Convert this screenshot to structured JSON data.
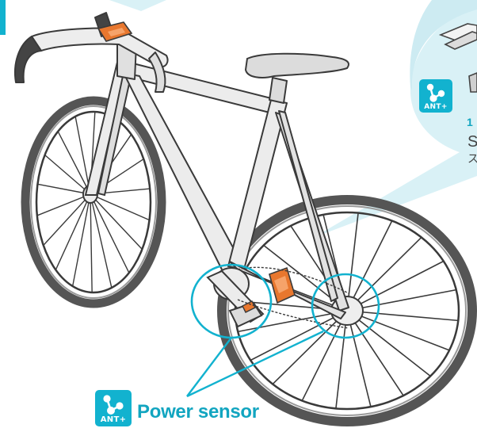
{
  "labels": {
    "sensor_name": "Power sensor",
    "ant_badge_text": "ANT+",
    "panel_number": "1",
    "panel_text_line1": "S",
    "panel_text_line2": "ス"
  },
  "colors": {
    "accent": "#12b2cf",
    "label": "#12a5c0",
    "highlight": "#e8772e",
    "frame": "#e9e9e9",
    "outline": "#3a3a3a",
    "panel": "#d9f1f6"
  },
  "icons": {
    "ant_logo": "ant-plus-logo-icon",
    "zoom_part": "saddle-clip-icon"
  }
}
